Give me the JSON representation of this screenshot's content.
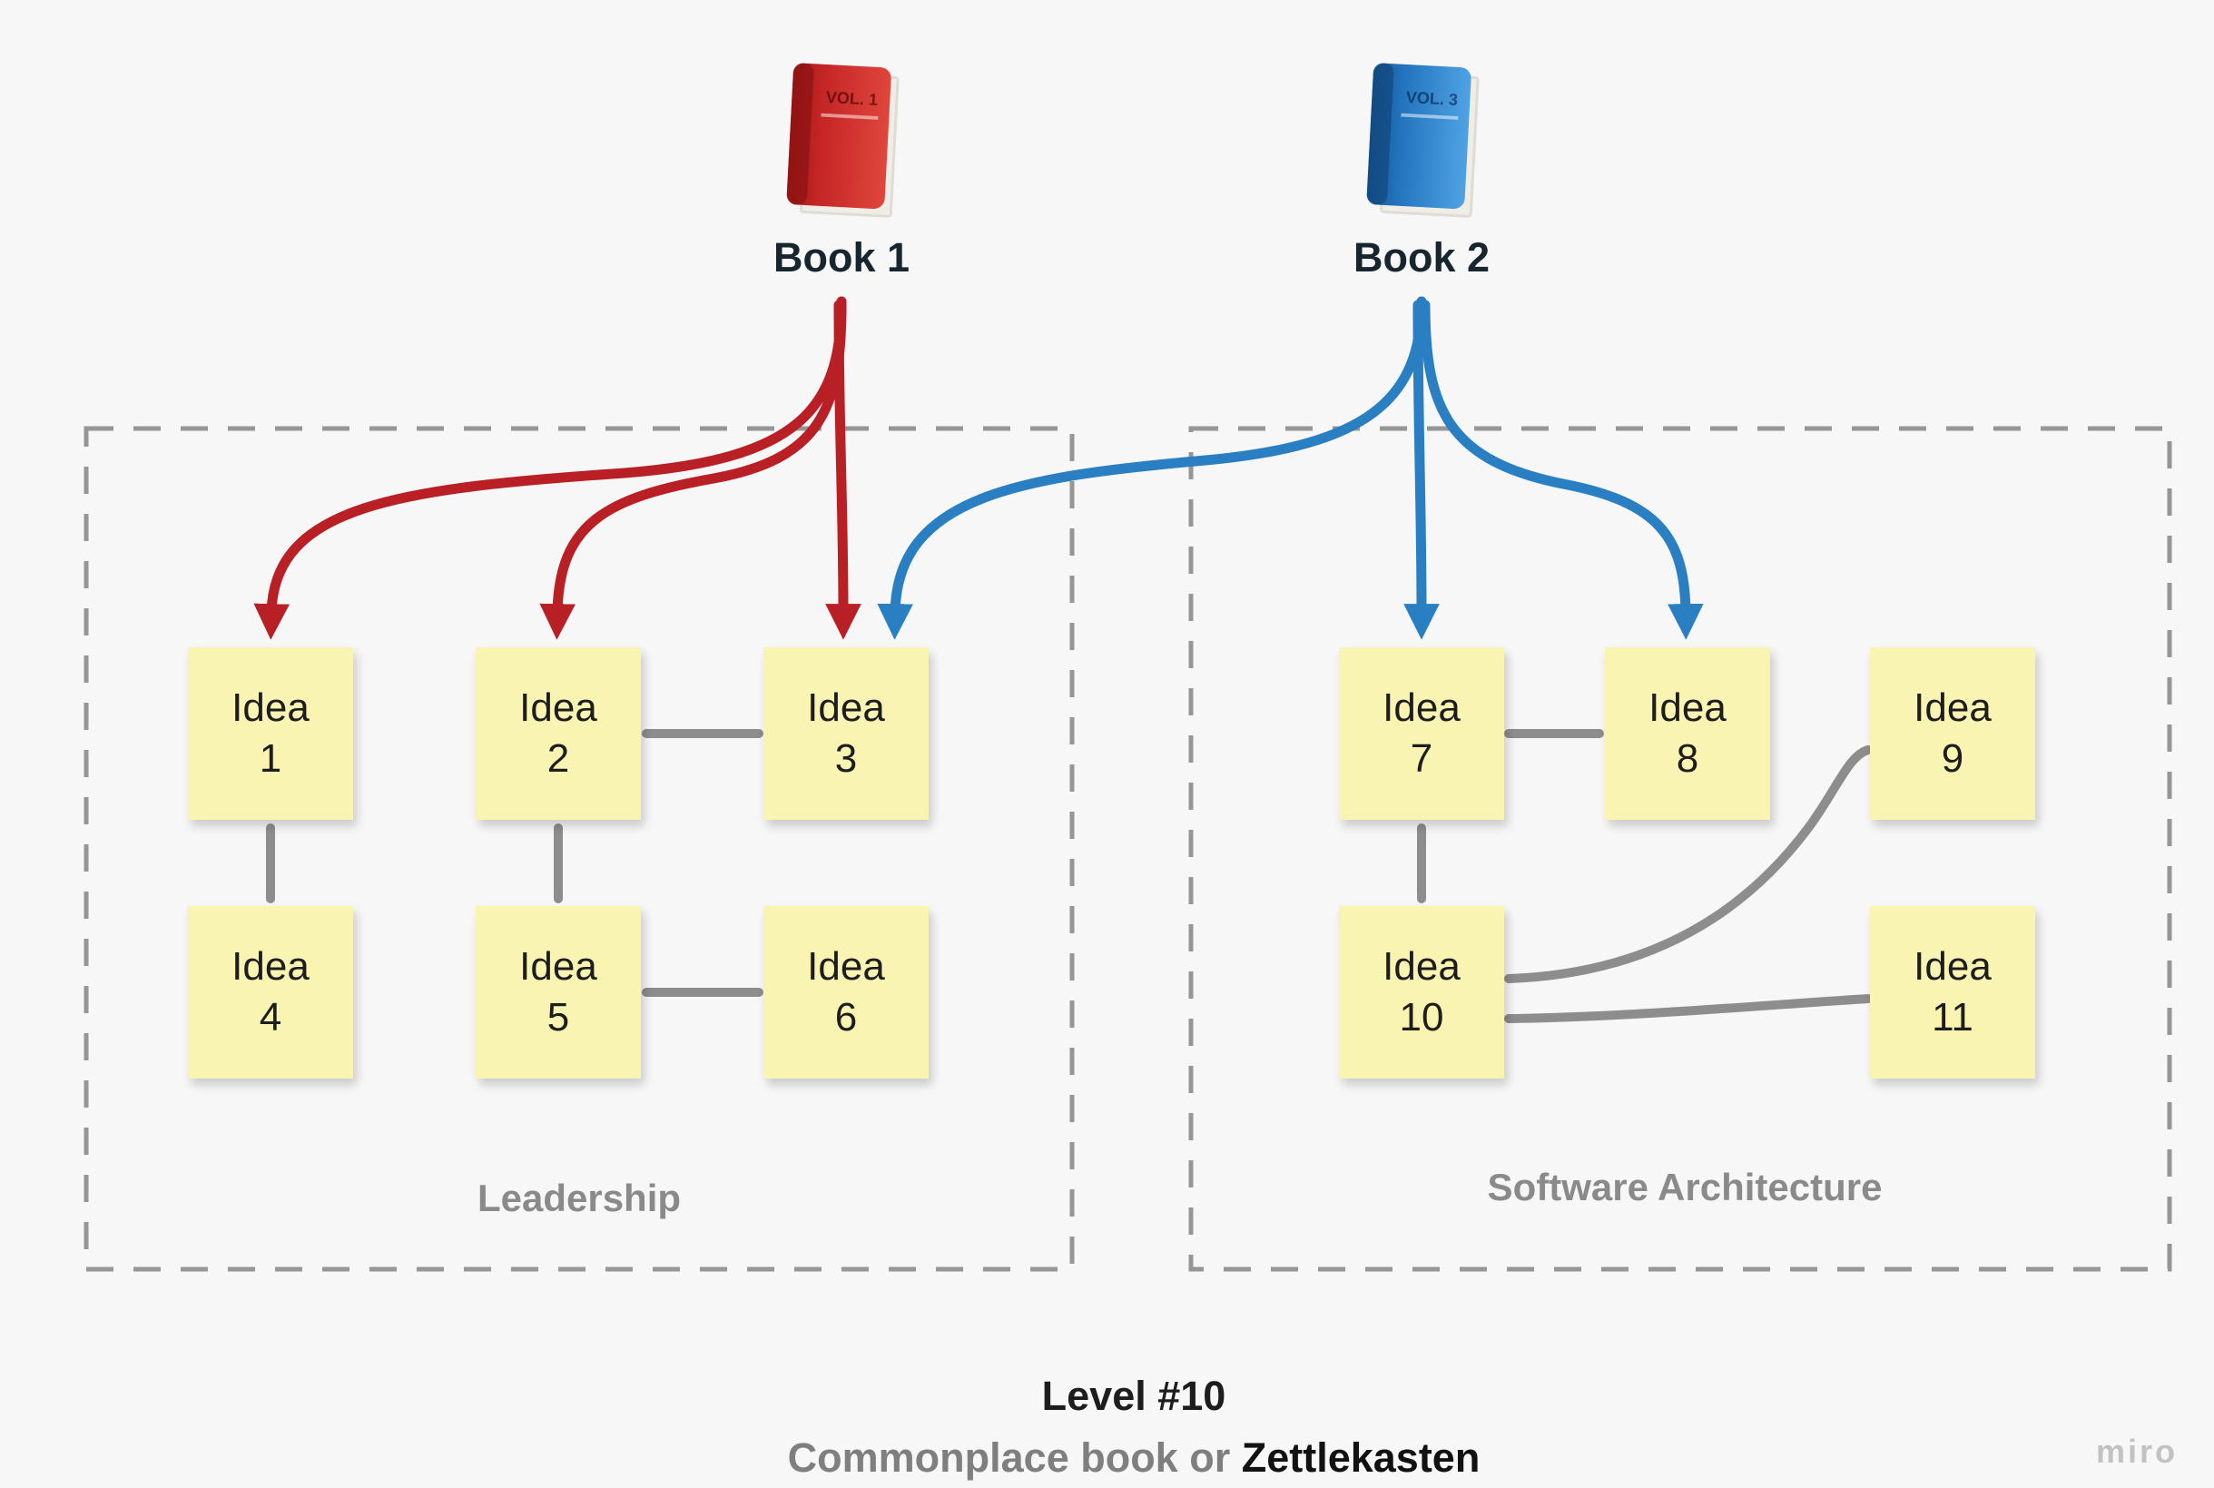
{
  "colors": {
    "background": "#f7f7f7",
    "red_arrow": "#b92025",
    "blue_arrow": "#2a7fc2",
    "connector_gray": "#8d8d8d",
    "note_yellow": "#f9f4b2",
    "box_border": "#969696",
    "label_gray": "#8a8a8a",
    "text_dark": "#1d1d1d"
  },
  "books": [
    {
      "label": "Book 1",
      "vol": "VOL. 1"
    },
    {
      "label": "Book 2",
      "vol": "VOL. 3"
    }
  ],
  "groups": [
    {
      "label": "Leadership"
    },
    {
      "label": "Software Architecture"
    }
  ],
  "notes": [
    {
      "text": "Idea\n1"
    },
    {
      "text": "Idea\n2"
    },
    {
      "text": "Idea\n3"
    },
    {
      "text": "Idea\n4"
    },
    {
      "text": "Idea\n5"
    },
    {
      "text": "Idea\n6"
    },
    {
      "text": "Idea\n7"
    },
    {
      "text": "Idea\n8"
    },
    {
      "text": "Idea\n9"
    },
    {
      "text": "Idea\n10"
    },
    {
      "text": "Idea\n11"
    }
  ],
  "caption": {
    "line1": "Level #10",
    "line2_prefix": "Commonplace book or ",
    "line2_bold": "Zettlekasten"
  },
  "watermark": "miro"
}
